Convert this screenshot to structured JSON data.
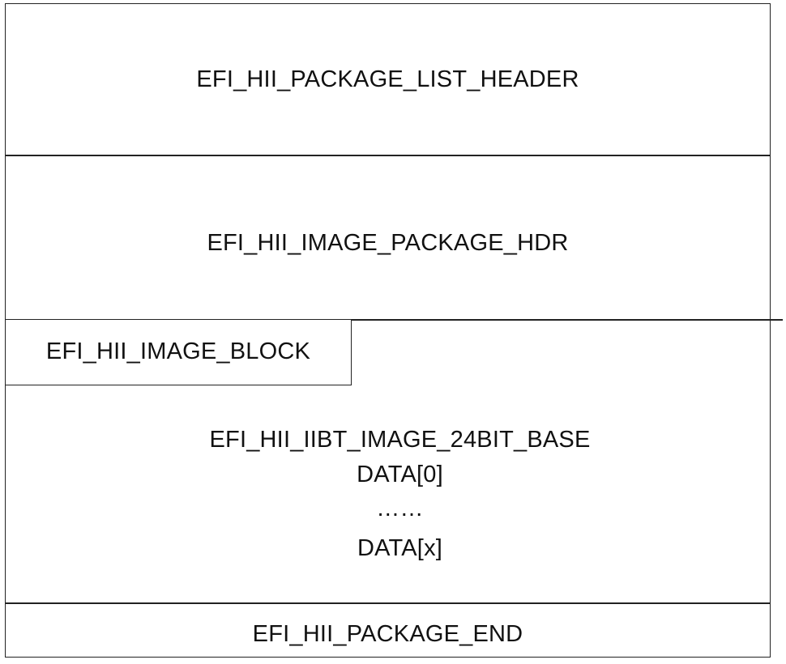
{
  "sections": {
    "package_list_header": "EFI_HII_PACKAGE_LIST_HEADER",
    "image_package_hdr": "EFI_HII_IMAGE_PACKAGE_HDR",
    "image_block": "EFI_HII_IMAGE_BLOCK",
    "image_24bit_base": "EFI_HII_IIBT_IMAGE_24BIT_BASE",
    "data_first": "DATA[0]",
    "ellipsis": "……",
    "data_last": "DATA[x]",
    "package_end": "EFI_HII_PACKAGE_END"
  }
}
